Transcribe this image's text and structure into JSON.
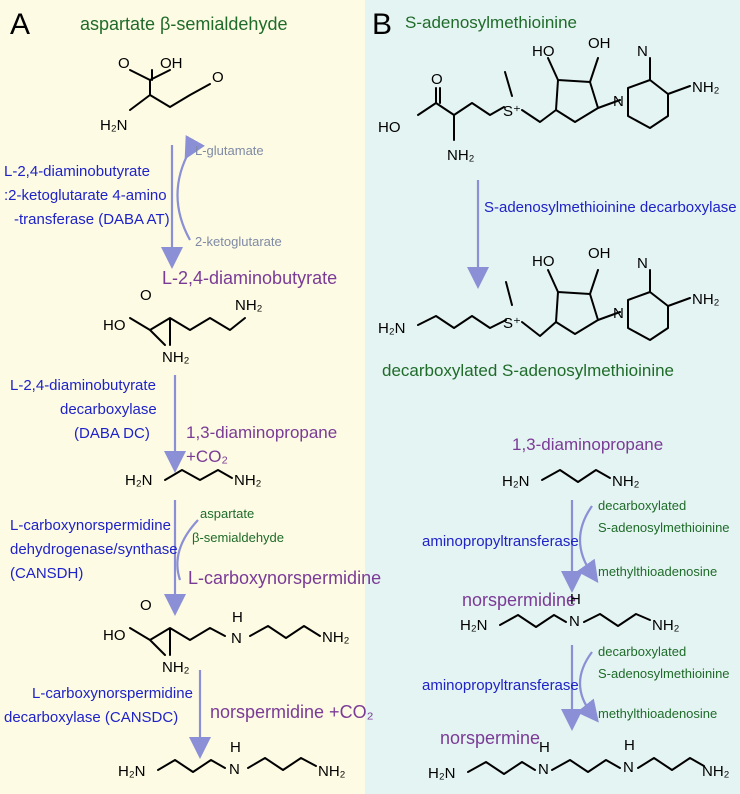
{
  "panelA": {
    "letter": "A",
    "substrate": "aspartate β-semialdehyde",
    "enzyme1": [
      "L-2,4-diaminobutyrate",
      ":2-ketoglutarate 4-amino",
      "-transferase (DABA AT)"
    ],
    "cosub_in": "L-glutamate",
    "cosub_out": "2-ketoglutarate",
    "prod1": "L-2,4-diaminobutyrate",
    "enzyme2": [
      "L-2,4-diaminobutyrate",
      "decarboxylase",
      "(DABA DC)"
    ],
    "prod2": "1,3-diaminopropane",
    "prod2_co2": "+CO₂",
    "enzyme3": [
      "L-carboxynorspermidine",
      "dehydrogenase/synthase",
      "(CANSDH)"
    ],
    "cosub3": [
      "aspartate",
      "β-semialdehyde"
    ],
    "prod3": "L-carboxynorspermidine",
    "enzyme4": [
      "L-carboxynorspermidine",
      "decarboxylase (CANSDC)"
    ],
    "prod4": "norspermidine +CO₂",
    "atoms": {
      "O": "O",
      "OH": "OH",
      "HO": "HO",
      "H2N": "H₂N",
      "NH2": "NH₂",
      "H": "H",
      "N": "N"
    }
  },
  "panelB": {
    "letter": "B",
    "sam": "S-adenosylmethioinine",
    "enzyme1": "S-adenosylmethioinine decarboxylase",
    "dcsam": "decarboxylated S-adenosylmethioinine",
    "dap": "1,3-diaminopropane",
    "cosub_in": [
      "decarboxylated",
      "S-adenosylmethioinine"
    ],
    "cosub_out": "methylthioadenosine",
    "enzyme2": "aminopropyltransferase",
    "nspd": "norspermidine",
    "enzyme3": "aminopropyltransferase",
    "cosub2_in": [
      "decarboxylated",
      "S-adenosylmethioinine"
    ],
    "cosub2_out": "methylthioadenosine",
    "nspm": "norspermine",
    "atoms": {
      "O": "O",
      "OH": "OH",
      "HO": "HO",
      "H2N": "H₂N",
      "NH2": "NH₂",
      "H": "H",
      "N": "N",
      "S": "S⁺"
    }
  },
  "colors": {
    "panelA_bg": "#fdfbe3",
    "panelB_bg": "#e4f4f2",
    "product": "#7a3b96",
    "enzyme": "#1f22c8",
    "cosubstrate": "#1f6b2a",
    "arrow": "#8a8fd6"
  }
}
